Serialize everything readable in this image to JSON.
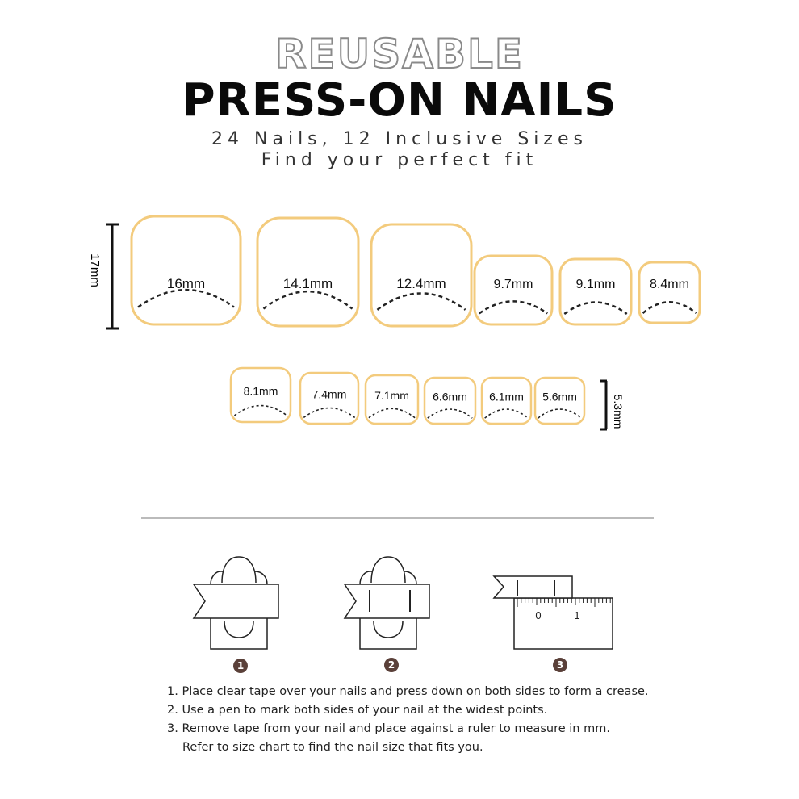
{
  "header": {
    "title_outline": "REUSABLE",
    "title_main": "PRESS-ON NAILS",
    "subtitle_line1": "24 Nails, 12 Inclusive Sizes",
    "subtitle_line2": "Find your perfect fit"
  },
  "size_chart": {
    "height_label_large": "17mm",
    "height_label_small": "5.3mm",
    "outline_color": "#f3cb7d",
    "row1": [
      "16mm",
      "14.1mm",
      "12.4mm",
      "9.7mm",
      "9.1mm",
      "8.4mm"
    ],
    "row2": [
      "8.1mm",
      "7.4mm",
      "7.1mm",
      "6.6mm",
      "6.1mm",
      "5.6mm"
    ]
  },
  "steps": {
    "badges": [
      "1",
      "2",
      "3"
    ],
    "ruler_labels": [
      "0",
      "1"
    ],
    "instructions": [
      "1. Place clear tape over your nails and press down on both sides to form a crease.",
      "2. Use a pen to mark both sides of your nail at the widest points.",
      "3. Remove tape from your nail and place against a ruler to measure in mm.",
      "Refer to size chart to find the nail size that fits you."
    ]
  }
}
